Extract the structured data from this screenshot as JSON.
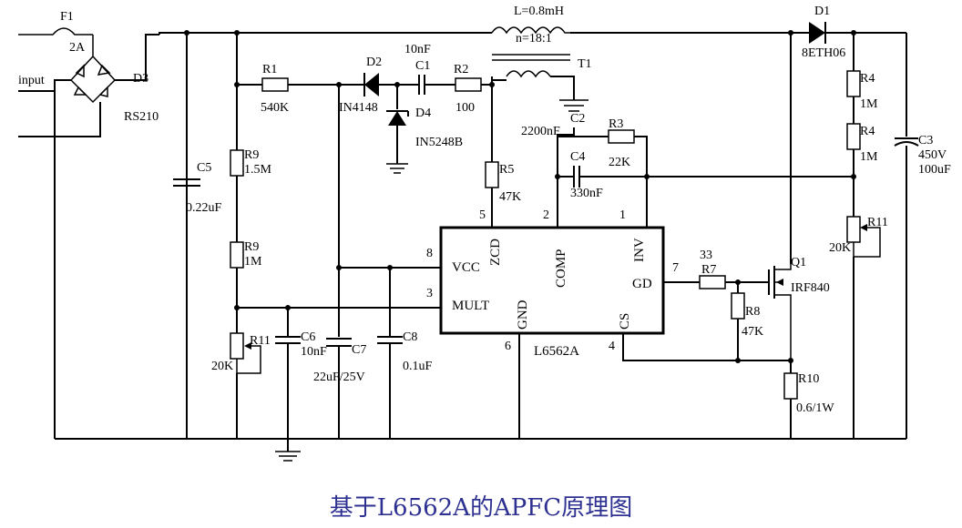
{
  "caption": "基于L6562A的APFC原理图",
  "ic": {
    "name": "L6562A",
    "pin_names": {
      "vcc": "VCC",
      "mult": "MULT",
      "gnd": "GND",
      "zcd": "ZCD",
      "comp": "COMP",
      "inv": "INV",
      "gd": "GD",
      "cs": "CS"
    },
    "pin_numbers": {
      "p1": "1",
      "p2": "2",
      "p3": "3",
      "p4": "4",
      "p5": "5",
      "p6": "6",
      "p7": "7",
      "p8": "8"
    }
  },
  "components": {
    "F1": {
      "ref": "F1",
      "value": "2A"
    },
    "D3": {
      "ref": "D3",
      "value": "RS210"
    },
    "input": "input",
    "L": "L=0.8mH",
    "T1": {
      "ref": "T1",
      "ratio": "n=18:1"
    },
    "D1": {
      "ref": "D1",
      "value": "8ETH06"
    },
    "R1": {
      "ref": "R1",
      "value": "540K"
    },
    "D2": {
      "ref": "D2",
      "value": "IN4148"
    },
    "C1": {
      "ref": "C1",
      "value": "10nF"
    },
    "R2": {
      "ref": "R2",
      "value": "100"
    },
    "D4": {
      "ref": "D4",
      "value": "IN5248B"
    },
    "C2": {
      "ref": "C2",
      "value": "2200nF"
    },
    "R3": {
      "ref": "R3",
      "value": "22K"
    },
    "C4": {
      "ref": "C4",
      "value": "330nF"
    },
    "R5": {
      "ref": "R5",
      "value": "47K"
    },
    "C5": {
      "ref": "C5",
      "value": "0.22uF"
    },
    "R9a": {
      "ref": "R9",
      "value": "1.5M"
    },
    "R9b": {
      "ref": "R9",
      "value": "1M"
    },
    "R11a": {
      "ref": "R11",
      "value": "20K"
    },
    "C6": {
      "ref": "C6",
      "value": "10nF"
    },
    "C7": {
      "ref": "C7",
      "value": "22uF/25V"
    },
    "C8": {
      "ref": "C8",
      "value": "0.1uF"
    },
    "R7": {
      "ref": "R7",
      "value": "33"
    },
    "R8": {
      "ref": "R8",
      "value": "47K"
    },
    "Q1": {
      "ref": "Q1",
      "value": "IRF840"
    },
    "R10": {
      "ref": "R10",
      "value": "0.6/1W"
    },
    "R4a": {
      "ref": "R4",
      "value": "1M"
    },
    "R4b": {
      "ref": "R4",
      "value": "1M"
    },
    "R11b": {
      "ref": "R11",
      "value": "20K"
    },
    "C3": {
      "ref": "C3",
      "voltage": "450V",
      "value": "100uF"
    }
  }
}
